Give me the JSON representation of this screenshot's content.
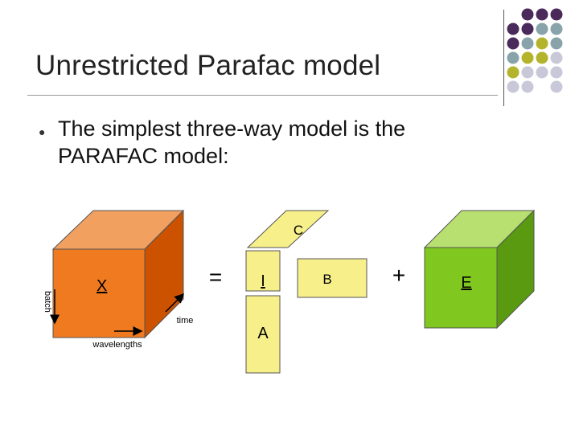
{
  "slide": {
    "title": "Unrestricted Parafac model",
    "bullet": "The simplest three-way model is the PARAFAC model:"
  },
  "diagram": {
    "tensor_label": "X",
    "batch_label": "batch",
    "wavelengths_label": "wavelengths",
    "time_label": "time",
    "equals": "=",
    "core_label": "I",
    "mode_a_label": "A",
    "mode_b_label": "B",
    "mode_c_label": "C",
    "plus": "+",
    "residual_label": "E"
  },
  "colors": {
    "tensor_front": "#f07a20",
    "tensor_side": "#cc5200",
    "tensor_top": "#f2a060",
    "factor_fill": "#f7f08a",
    "residual_front": "#80c820",
    "residual_side": "#5a9a10",
    "residual_top": "#b8e070",
    "dot_purple": "#4a2a5a",
    "dot_teal": "#88a4aa",
    "dot_olive": "#b4b42c",
    "dot_lavender": "#c8c8d8"
  }
}
